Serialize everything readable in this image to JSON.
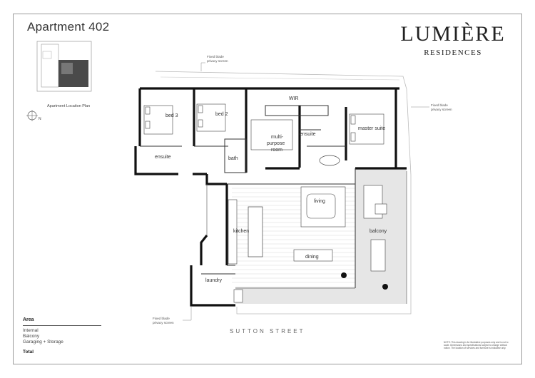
{
  "title": "Apartment 402",
  "brand": {
    "name": "LUMIÈRE",
    "sub": "RESIDENCES"
  },
  "keyplan_caption": "Apartment Location Plan",
  "street": "SUTTON STREET",
  "notes": {
    "privacy_top": [
      "Fixed blade",
      "privacy screen"
    ],
    "privacy_right": [
      "Fixed blade",
      "privacy screen"
    ],
    "privacy_bottom": [
      "Fixed blade",
      "privacy screen"
    ]
  },
  "rooms": {
    "wir": "WIR",
    "bed3": "bed 3",
    "bed2": "bed 2",
    "master": "master suite",
    "ensuite_left": "ensuite",
    "ensuite_right": "ensuite",
    "bath": "bath",
    "multi": [
      "multi-",
      "purpose",
      "room"
    ],
    "living": "living",
    "kitchen": "kitchen",
    "dining": "dining",
    "balcony": "balcony",
    "laundry": "laundry"
  },
  "area": {
    "heading": "Area",
    "rows": [
      "Internal",
      "Balcony",
      "Garaging + Storage"
    ],
    "total": "Total"
  },
  "fineprint": "NOTE: This drawing is for illustrative purposes only and is not to scale. Dimensions and specifications subject to change without notice. The location of services and furniture is indicative only."
}
